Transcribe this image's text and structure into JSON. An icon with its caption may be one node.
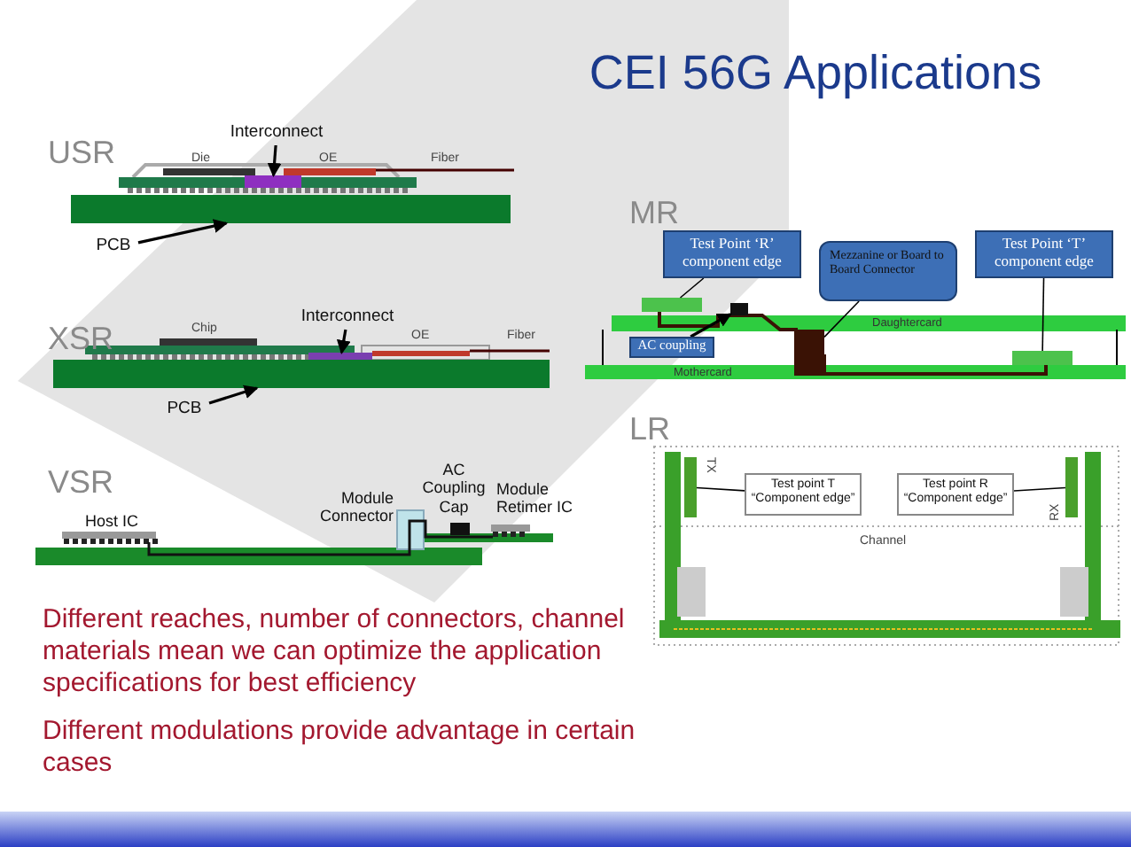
{
  "diagram": {
    "title": "CEI 56G Applications",
    "nodes": [
      {
        "text": [
          "Interconnect"
        ]
      },
      {
        "text": [],
        "shape": "box"
      },
      {
        "text": [
          "PCB"
        ]
      },
      {
        "text": [],
        "shape": "box"
      },
      {
        "text": [
          "Interconnect"
        ]
      },
      {
        "text": [],
        "shape": "box"
      },
      {
        "text": [
          "PCB"
        ]
      },
      {
        "text": [],
        "shape": "box"
      },
      {
        "text": [
          "Test Point ‘R’ component edge"
        ]
      },
      {
        "text": [],
        "shape": "box"
      },
      {
        "text": [
          "Mezzanine or Board to Board Connector"
        ]
      },
      {
        "text": [],
        "shape": "box"
      },
      {
        "text": [
          "Test Point ‘T’ component edge"
        ]
      },
      {
        "text": [],
        "shape": "box"
      },
      {
        "text": [
          "AC coupling"
        ]
      },
      {
        "text": [],
        "shape": "box"
      },
      {
        "text": [
          "Test point T “Component edge”"
        ]
      },
      {
        "text": [],
        "shape": "box"
      },
      {
        "text": [
          "Test point R “Component edge”"
        ]
      },
      {
        "text": [],
        "shape": "box"
      }
    ],
    "edges": [
      {
        "from": 0,
        "to": 1,
        "arrow": "to"
      },
      {
        "from": 2,
        "to": 3,
        "arrow": "to"
      },
      {
        "from": 4,
        "to": 5,
        "arrow": "to"
      },
      {
        "from": 6,
        "to": 7,
        "arrow": "to"
      },
      {
        "from": 8,
        "to": 9,
        "arrow": "none"
      },
      {
        "from": 10,
        "to": 11,
        "arrow": "none"
      },
      {
        "from": 12,
        "to": 13,
        "arrow": "none"
      },
      {
        "from": 14,
        "to": 15,
        "arrow": "to"
      },
      {
        "from": 16,
        "to": 17,
        "arrow": "none"
      },
      {
        "from": 18,
        "to": 19,
        "arrow": "none"
      }
    ],
    "labels": [
      "USR",
      "Die",
      "OE",
      "Fiber",
      "XSR",
      "Chip",
      "OE",
      "Fiber",
      "VSR",
      "Host IC",
      "Module Connector",
      "AC Coupling Cap",
      "Module Retimer IC",
      "MR",
      "Daughtercard",
      "Mothercard",
      "LR",
      "TX",
      "RX",
      "Channel",
      "Different reaches, number of connectors, channel materials mean we can optimize the application specifications for best efficiency",
      "Different modulations provide advantage in certain cases"
    ]
  }
}
